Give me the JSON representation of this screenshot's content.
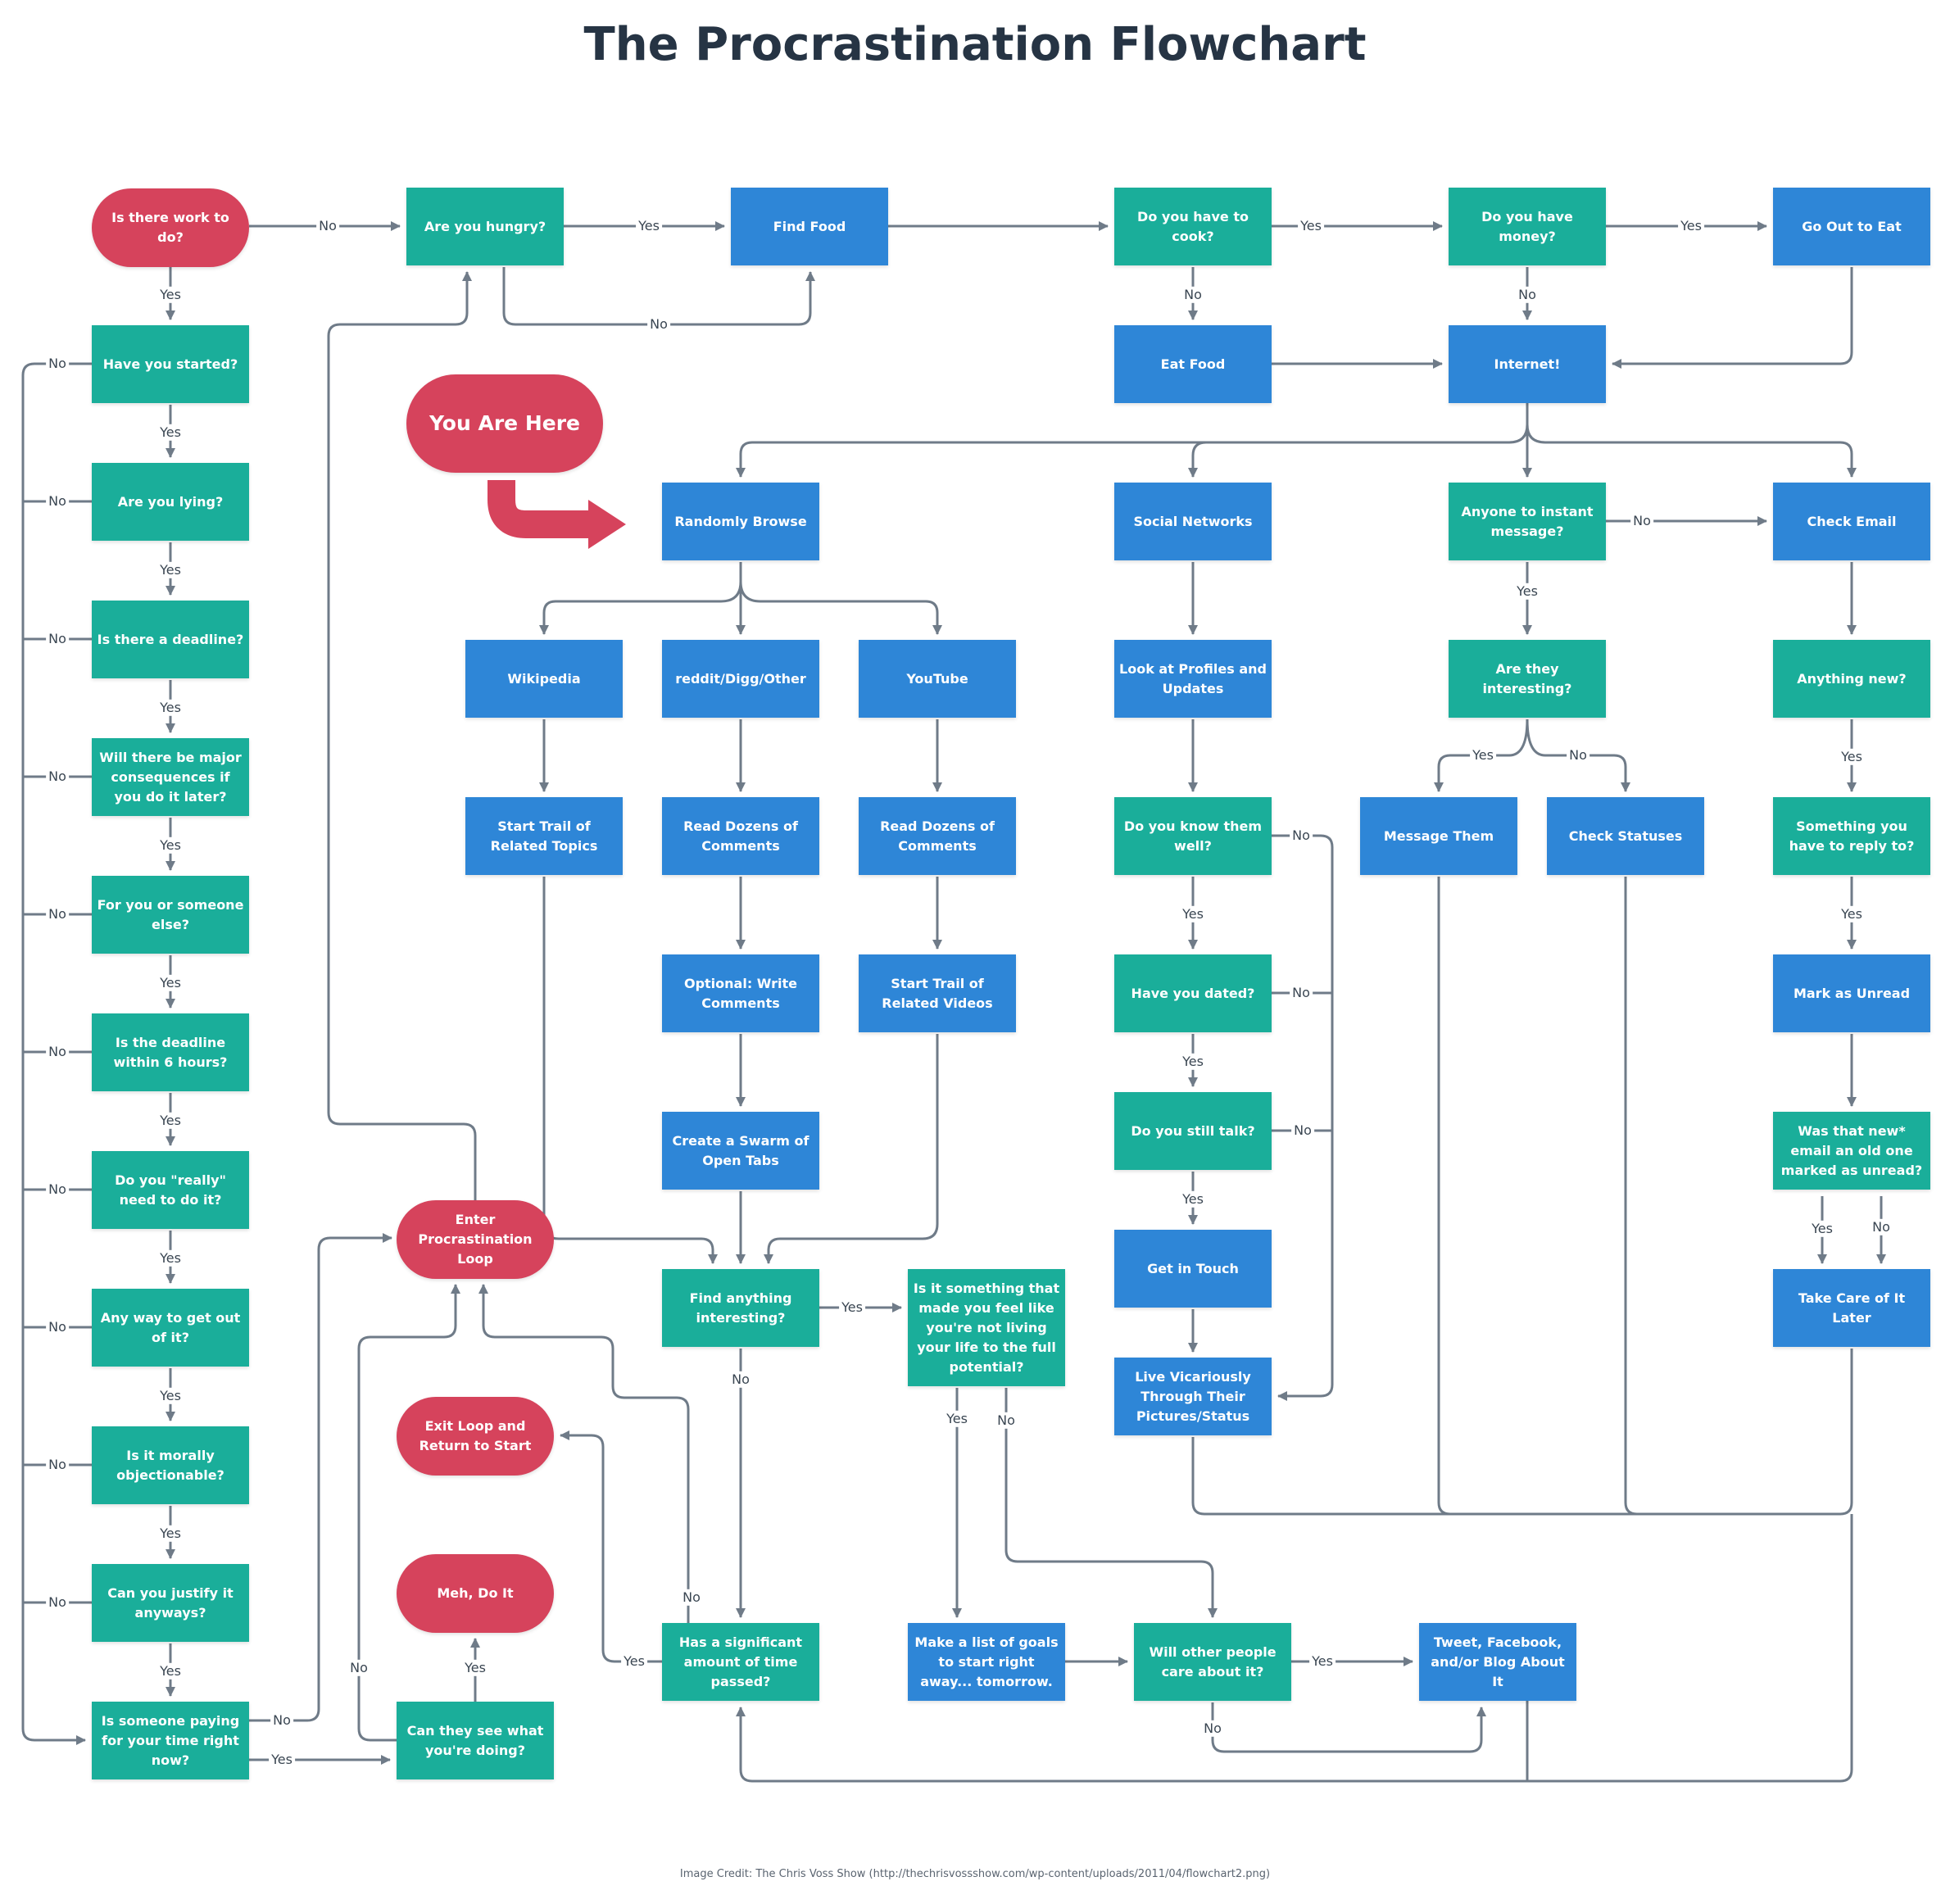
{
  "title": "The Procrastination Flowchart",
  "credit": "Image Credit: The Chris Voss Show (http://thechrisvossshow.com/wp-content/uploads/2011/04/flowchart2.png)",
  "colors": {
    "decision": "#1aae9a",
    "action": "#2e86d7",
    "terminal": "#d6435c",
    "connector": "#6f7b88",
    "title": "#263444"
  },
  "pointer_icon": "curved-red-arrow-icon",
  "nodes": {
    "work": "Is there work to do?",
    "started": "Have you started?",
    "lying": "Are you lying?",
    "deadline": "Is there a deadline?",
    "consequences": "Will there be major consequences if you do it later?",
    "someone": "For you or someone else?",
    "sixhours": "Is the deadline within 6 hours?",
    "really": "Do you \"really\" need to do it?",
    "getout": "Any way to get out of it?",
    "moral": "Is it morally objectionable?",
    "justify": "Can you justify it anyways?",
    "paying": "Is someone paying for your time right now?",
    "hungry": "Are you hungry?",
    "findfood": "Find Food",
    "cook": "Do you have to cook?",
    "money": "Do you have money?",
    "goeat": "Go Out to Eat",
    "eatfood": "Eat Food",
    "internet": "Internet!",
    "youarehere": "You Are Here",
    "browse": "Randomly Browse",
    "social": "Social Networks",
    "im": "Anyone to instant message?",
    "checkemail": "Check Email",
    "wikipedia": "Wikipedia",
    "reddit": "reddit/Digg/Other",
    "youtube": "YouTube",
    "profiles": "Look at Profiles and Updates",
    "interesting": "Are they interesting?",
    "anythingnew": "Anything new?",
    "trailtopics": "Start Trail of Related Topics",
    "readreddit": "Read Dozens of Comments",
    "readyt": "Read Dozens of Comments",
    "knowwell": "Do you know them well?",
    "messagethem": "Message Them",
    "checkstatuses": "Check Statuses",
    "replyto": "Something you have to reply to?",
    "writecomments": "Optional: Write Comments",
    "trailvideos": "Start Trail of Related Videos",
    "dated": "Have you dated?",
    "markunread": "Mark as Unread",
    "swarm": "Create a Swarm of Open Tabs",
    "stilltalk": "Do you still talk?",
    "wasnew": "Was that new* email an old one marked as unread?",
    "loop": "Enter Procrastination Loop",
    "findinteresting": "Find anything interesting?",
    "notliving": "Is it something that made you feel like you're not living your life to the full potential?",
    "getintouch": "Get in Touch",
    "later": "Take Care of It Later",
    "vicarious": "Live Vicariously Through Their Pictures/Status",
    "exitloop": "Exit Loop and Return to Start",
    "mehdoit": "Meh, Do It",
    "seewhat": "Can they see what you're doing?",
    "timepassed": "Has a significant amount of time passed?",
    "goals": "Make a list of goals to start right away... tomorrow.",
    "othercare": "Will other people care about it?",
    "tweet": "Tweet, Facebook, and/or Blog About It"
  },
  "labels": {
    "yes": "Yes",
    "no": "No"
  }
}
